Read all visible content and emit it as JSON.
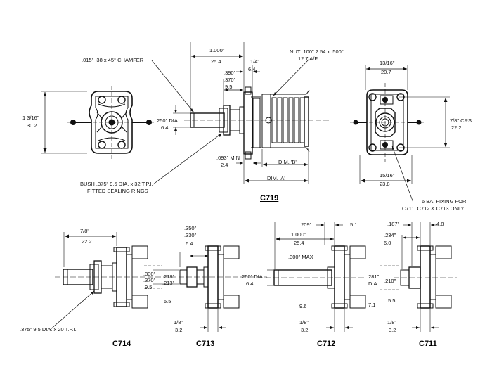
{
  "titles": {
    "c719": "C719",
    "c714": "C714",
    "c713": "C713",
    "c712": "C712",
    "c711": "C711"
  },
  "c719": {
    "height_frac": "1 3/16\"",
    "height_mm": "30.2",
    "chamfer": ".015\" .38 x 45° CHAMFER",
    "length_in": "1.000\"",
    "length_mm": "25.4",
    "q_in": "1/4\"",
    "q_mm": "6.4",
    "d390": ".390\"",
    "d370": ".370\"",
    "d95": "9.5",
    "shaft_dia": ".250\" DIA",
    "shaft_mm": "6.4",
    "min_in": ".093\" MIN",
    "min_mm": "2.4",
    "dim_b": "DIM. 'B'",
    "dim_a": "DIM. 'A'",
    "bush": "BUSH .375\" 9.5 DIA. x 32 T.P.I.",
    "bush2": "FITTED SEALING RINGS",
    "nut": "NUT .100\" 2.54 x .500\"",
    "nut2": "12.7 A/F",
    "w_in": "13/16\"",
    "w_mm": "20.7",
    "crs_in": "7/8\" CRS",
    "crs_mm": "22.2",
    "ow_in": "15/16\"",
    "ow_mm": "23.8",
    "fix": "6 BA. FIXING FOR",
    "fix2": "C711, C712 & C713 ONLY"
  },
  "c714": {
    "len_in": "7/8\"",
    "len_mm": "22.2",
    "thread": ".375\" 9.5 DIA. x 20 T.P.I."
  },
  "c713": {
    "a350": ".350\"",
    "a330": ".330\"",
    "a64": "6.4",
    "b330": ".330\"",
    "b370": ".370\"",
    "b95": "9.5",
    "c218": ".218\"",
    "c213": ".213\"",
    "c55": "5.5",
    "e_in": "1/8\"",
    "e_mm": "3.2"
  },
  "c712": {
    "a209": ".209\"",
    "a51": "5.1",
    "len_in": "1.000\"",
    "len_mm": "25.4",
    "max": ".300\" MAX",
    "dia_in": ".250\" DIA",
    "dia_mm": "6.4",
    "d96": "9.6",
    "e_in": "1/8\"",
    "e_mm": "3.2"
  },
  "c711": {
    "a187": ".187\"",
    "a48": "4.8",
    "b234": ".234\"",
    "b60": "6.0",
    "c281": ".281\"",
    "c_dia": "DIA",
    "d210": ".210\"",
    "d71": "7.1",
    "d55": "5.5",
    "e_in": "1/8\"",
    "e_mm": "3.2"
  }
}
